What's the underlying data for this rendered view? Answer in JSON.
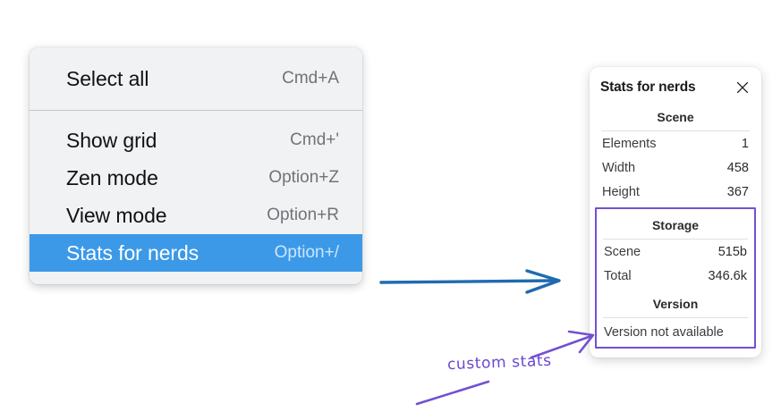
{
  "context_menu": {
    "groups": [
      {
        "items": [
          {
            "label": "Select all",
            "shortcut": "Cmd+A",
            "selected": false
          }
        ]
      },
      {
        "items": [
          {
            "label": "Show grid",
            "shortcut": "Cmd+'",
            "selected": false
          },
          {
            "label": "Zen mode",
            "shortcut": "Option+Z",
            "selected": false
          },
          {
            "label": "View mode",
            "shortcut": "Option+R",
            "selected": false
          },
          {
            "label": "Stats for nerds",
            "shortcut": "Option+/",
            "selected": true
          }
        ]
      }
    ],
    "highlight_color": "#3b99e8",
    "background_color": "#f1f2f4"
  },
  "stats_panel": {
    "title": "Stats for nerds",
    "close_icon": "close-icon",
    "scene": {
      "heading": "Scene",
      "rows": [
        {
          "key": "Elements",
          "value": "1"
        },
        {
          "key": "Width",
          "value": "458"
        },
        {
          "key": "Height",
          "value": "367"
        }
      ]
    },
    "storage": {
      "heading": "Storage",
      "rows": [
        {
          "key": "Scene",
          "value": "515b"
        },
        {
          "key": "Total",
          "value": "346.6k"
        }
      ]
    },
    "version": {
      "heading": "Version",
      "text": "Version not available"
    },
    "highlight_border_color": "#7450d0"
  },
  "annotations": {
    "label": "custom stats",
    "label_color": "#6a49cf",
    "blue_arrow_color": "#1f6bb0",
    "purple_stroke_color": "#7450d0"
  }
}
